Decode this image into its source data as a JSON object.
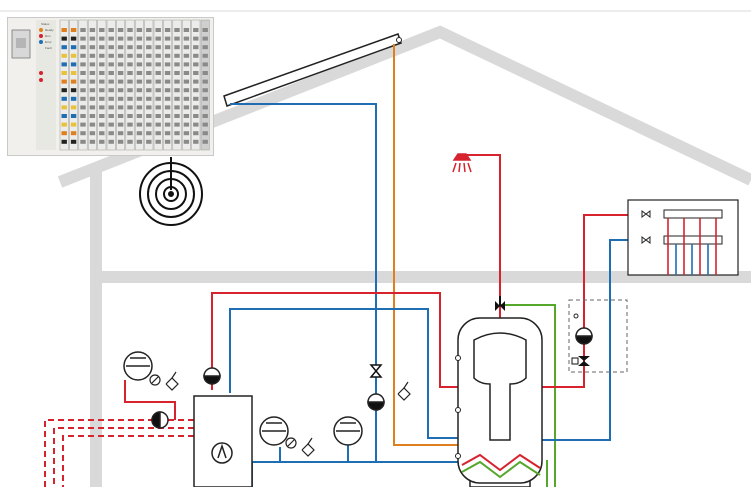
{
  "controller": {
    "status_labels": [
      "Status",
      "Ready",
      "Run",
      "Error",
      "Fault"
    ],
    "module_count": 16
  },
  "colors": {
    "hot": "#d6232e",
    "cold": "#1f6eb4",
    "solar": "#e07f1e",
    "ground": "#55a82b",
    "house": "#d9d9d9",
    "line": "#222222"
  },
  "icons": [
    "wireless-icon",
    "shower-icon",
    "boiler-icon",
    "pump-icon",
    "valve-icon",
    "expansion-vessel-icon",
    "safety-valve-icon",
    "solar-collector-icon",
    "storage-tank-icon",
    "manifold-icon",
    "mixing-valve-icon"
  ]
}
